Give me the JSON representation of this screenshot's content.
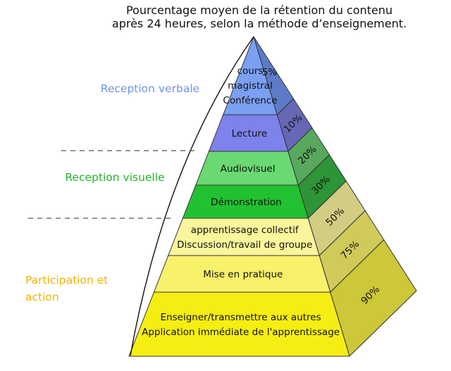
{
  "title": {
    "line1": "Pourcentage moyen de la rétention du contenu",
    "line2": "après 24 heures, selon la méthode d’enseignement."
  },
  "groups": [
    {
      "label": "Reception verbale",
      "color": "#6f93e8"
    },
    {
      "label": "Reception visuelle",
      "color": "#25b02d"
    },
    {
      "label": "Participation et",
      "label2": "action",
      "color": "#f0b400"
    }
  ],
  "tiers": [
    {
      "lines": [
        "cours",
        "magistral",
        "Conférence"
      ],
      "percent": "5%",
      "front": "#7b9ff1",
      "side": "#5e7bc8"
    },
    {
      "lines": [
        "Lecture"
      ],
      "percent": "10%",
      "front": "#7d82ec",
      "side": "#6668b6"
    },
    {
      "lines": [
        "Audiovisuel"
      ],
      "percent": "20%",
      "front": "#6ad873",
      "side": "#58a85e"
    },
    {
      "lines": [
        "Démonstration"
      ],
      "percent": "30%",
      "front": "#22c131",
      "side": "#2d9437"
    },
    {
      "lines": [
        "apprentissage collectif",
        "Discussion/travail de groupe"
      ],
      "percent": "50%",
      "front": "#fbf59c",
      "side": "#d3cd83"
    },
    {
      "lines": [
        "Mise en pratique"
      ],
      "percent": "75%",
      "front": "#f8f16a",
      "side": "#d0ca5a"
    },
    {
      "lines": [
        "Enseigner/transmettre aux autres",
        "Application immédiate de l'apprentissage"
      ],
      "percent": "90%",
      "front": "#f6ee12",
      "side": "#cdc73a"
    }
  ]
}
